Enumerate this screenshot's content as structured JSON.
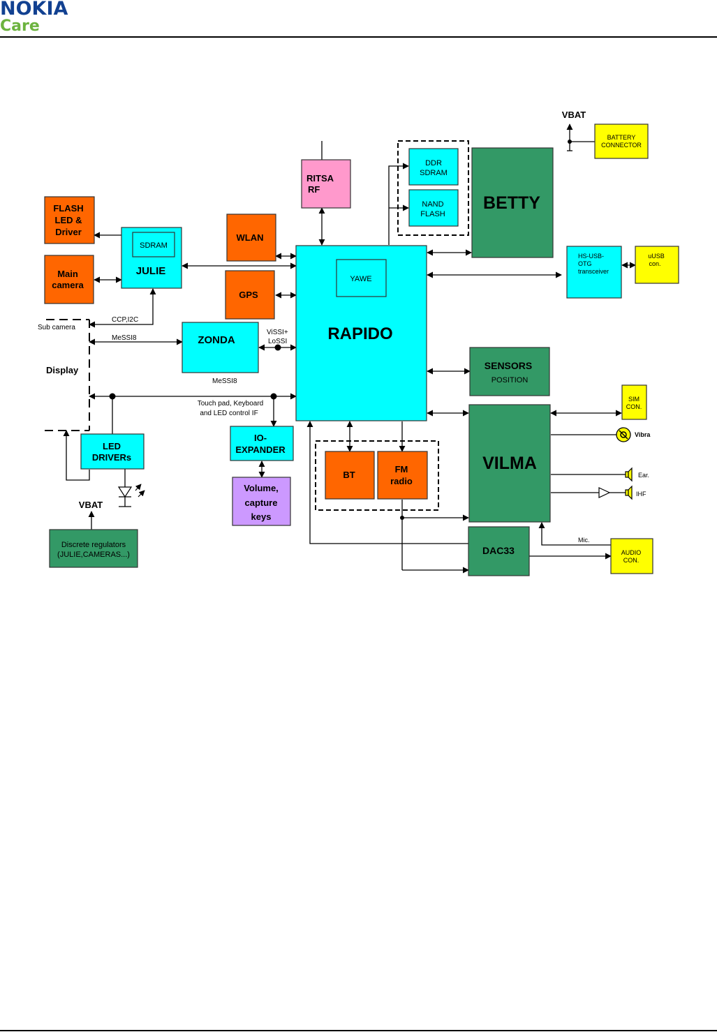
{
  "header": {
    "brand": "NOKIA",
    "sub": "Care"
  },
  "colors": {
    "cyan": "#00ffff",
    "orange": "#ff6600",
    "green": "#339966",
    "yellow": "#ffff00",
    "pink": "#ff99cc",
    "purple": "#cc99ff",
    "nokia_blue": "#124191",
    "care_green": "#6cb33f"
  },
  "blocks": {
    "ritsa": [
      "RITSA",
      "RF"
    ],
    "flash_led": [
      "FLASH",
      "LED &",
      "Driver"
    ],
    "main_camera": [
      "Main",
      "camera"
    ],
    "sdram_julie": "SDRAM",
    "julie": "JULIE",
    "wlan": "WLAN",
    "gps": "GPS",
    "ddr": [
      "DDR",
      "SDRAM"
    ],
    "nand": [
      "NAND",
      "FLASH"
    ],
    "betty": "BETTY",
    "yawe": "YAWE",
    "rapido": "RAPIDO",
    "zonda": "ZONDA",
    "usb_trans": [
      "HS-USB-",
      "OTG",
      "transceiver"
    ],
    "usb_con": [
      "uUSB",
      "con."
    ],
    "battery": [
      "BATTERY",
      "CONNECTOR"
    ],
    "sensors": [
      "SENSORS",
      "POSITION"
    ],
    "sim": [
      "SIM",
      "CON."
    ],
    "vilma": "VILMA",
    "io_exp": [
      "IO-",
      "EXPANDER"
    ],
    "volume": [
      "Volume,",
      "capture",
      "keys"
    ],
    "led_drivers": [
      "LED",
      "DRIVERs"
    ],
    "bt": "BT",
    "fm": [
      "FM",
      "radio"
    ],
    "dac": "DAC33",
    "audio_con": [
      "AUDIO",
      "CON."
    ],
    "regulators": [
      "Discrete regulators",
      "(JULIE,CAMERAS...)"
    ]
  },
  "labels": {
    "vbat_top": "VBAT",
    "vbat_bottom": "VBAT",
    "sub_camera": "Sub camera",
    "display": "Display",
    "ccp": "CCP,I2C",
    "messi_left": "MeSSI8",
    "messi_bottom": "MeSSI8",
    "vissi": "ViSSI+",
    "lossi": "LoSSI",
    "touch1": "Touch pad, Keyboard",
    "touch2": "and LED control IF",
    "vibra": "Vibra",
    "ear": "Ear.",
    "ihf": "IHF",
    "mic": "Mic."
  }
}
